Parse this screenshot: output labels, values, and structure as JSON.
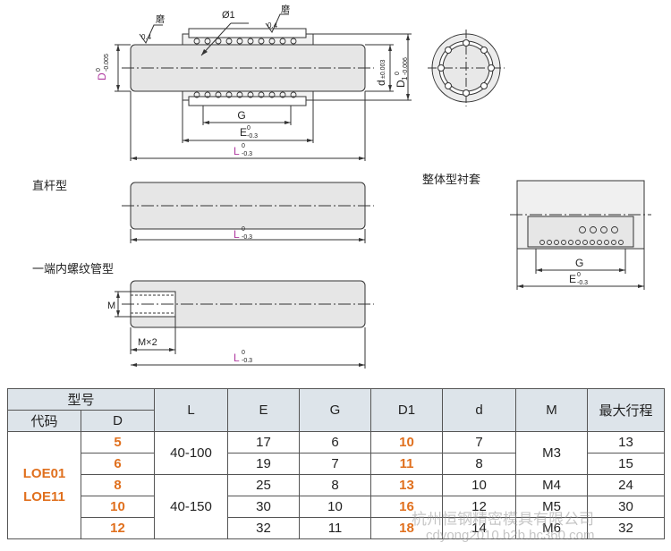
{
  "drawing": {
    "labels": {
      "phi1": "Ø1",
      "grind": "磨",
      "roughness": "0.4",
      "G": "G",
      "E": "E",
      "L": "L",
      "D": "D",
      "d_main": "d",
      "d_tol": "±0.003",
      "D1_main": "D",
      "D1_sub": "1",
      "D1_tol": "-0.006",
      "tol_upper": "0",
      "tol_lower": "-0.3",
      "D_tol": "-0.005",
      "M": "M",
      "Mx2": "M×2",
      "straight_type": "直杆型",
      "threaded_type": "一端内螺纹管型",
      "bushing_type": "整体型衬套"
    }
  },
  "table": {
    "headers": {
      "model": "型号",
      "code": "代码",
      "D": "D",
      "L": "L",
      "E": "E",
      "G": "G",
      "D1": "D1",
      "d": "d",
      "M": "M",
      "stroke": "最大行程"
    },
    "codes": [
      "LOE01",
      "LOE11"
    ],
    "L_groups": [
      "40-100",
      "40-150"
    ],
    "M_groups": [
      "M3",
      "M4",
      "M5",
      "M6"
    ],
    "rows": [
      {
        "D": "5",
        "E": "17",
        "G": "6",
        "D1": "10",
        "d": "7",
        "stroke": "13"
      },
      {
        "D": "6",
        "E": "19",
        "G": "7",
        "D1": "11",
        "d": "8",
        "stroke": "15"
      },
      {
        "D": "8",
        "E": "25",
        "G": "8",
        "D1": "13",
        "d": "10",
        "stroke": "24"
      },
      {
        "D": "10",
        "E": "30",
        "G": "10",
        "D1": "16",
        "d": "12",
        "stroke": "30"
      },
      {
        "D": "12",
        "E": "32",
        "G": "11",
        "D1": "18",
        "d": "14",
        "stroke": "32"
      }
    ]
  },
  "watermark": {
    "line1": "杭州恒钢精密模具有限公司",
    "line2": "cdyong2010.b2b.hc360.com"
  }
}
